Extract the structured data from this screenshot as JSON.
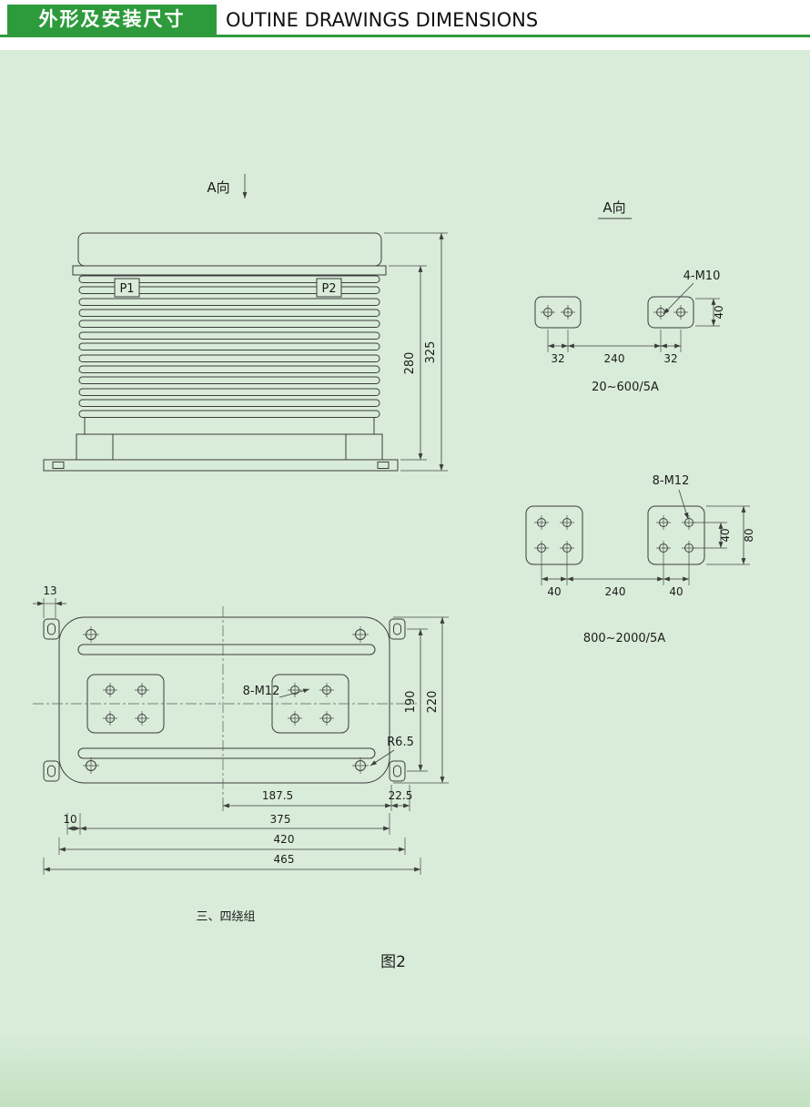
{
  "header": {
    "title_cn": "外形及安装尺寸",
    "title_en": "OUTINE DRAWINGS DIMENSIONS"
  },
  "front_view": {
    "view_arrow_label": "A向",
    "terminal_p1": "P1",
    "terminal_p2": "P2",
    "dim_height_body": "280",
    "dim_height_overall": "325"
  },
  "terminal_view_small": {
    "view_label": "A向",
    "bolt_callout": "4-M10",
    "dim_hole_spacing_left": "32",
    "dim_plate_spacing": "240",
    "dim_hole_spacing_right": "32",
    "dim_plate_height": "40",
    "rating": "20~600/5A"
  },
  "terminal_view_large": {
    "bolt_callout": "8-M12",
    "dim_hole_spacing_left": "40",
    "dim_plate_spacing": "240",
    "dim_hole_spacing_right": "40",
    "dim_hole_rows": "40",
    "dim_plate_height": "80",
    "rating": "800~2000/5A"
  },
  "plan_view": {
    "dim_tab_width": "13",
    "bolt_callout": "8-M12",
    "corner_radius": "R6.5",
    "dim_slot_spacing_v": "190",
    "dim_height_overall": "220",
    "dim_half_span": "187.5",
    "dim_edge_offset": "22.5",
    "dim_offset": "10",
    "dim_slot_spacing_h": "375",
    "dim_mount_width": "420",
    "dim_overall_width": "465",
    "note": "三、四绕组"
  },
  "figure_caption": "图2"
}
